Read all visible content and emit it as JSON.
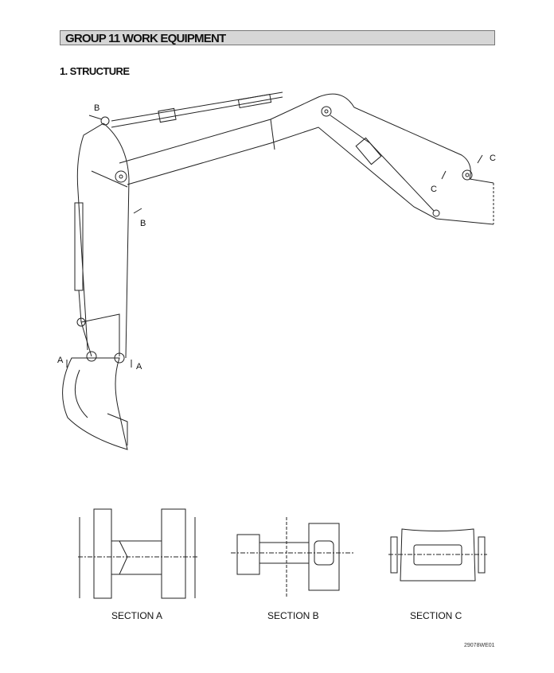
{
  "header": {
    "group_title": "GROUP  11  WORK EQUIPMENT"
  },
  "section": {
    "title": "1.  STRUCTURE"
  },
  "drawing": {
    "callouts": [
      "A",
      "A",
      "B",
      "B",
      "C",
      "C"
    ],
    "section_labels": [
      "SECTION A",
      "SECTION B",
      "SECTION C"
    ],
    "figure_code": "29078WE01"
  }
}
